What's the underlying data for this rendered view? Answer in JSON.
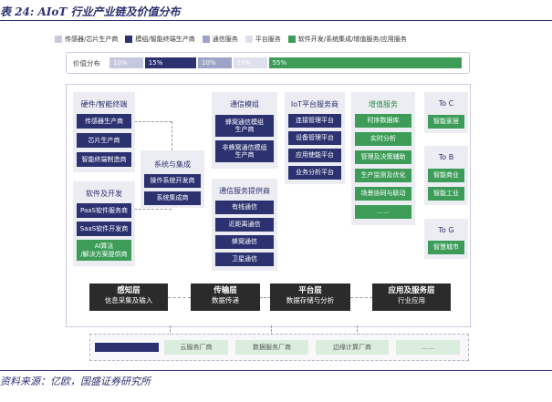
{
  "caption": "表 24:  AIoT 行业产业链及价值分布",
  "source": "资料来源：亿欧，国盛证券研究所",
  "colors": {
    "navy": "#2c3170",
    "slate": "#9ea3c8",
    "lavender": "#c6c8e0",
    "pale": "#dfe0ee",
    "green": "#3c9c58"
  },
  "legend": [
    {
      "label": "传感器/芯片生产商",
      "color": "#c6c8e0"
    },
    {
      "label": "模组/智能终端生产商",
      "color": "#2c3170"
    },
    {
      "label": "通信服务",
      "color": "#9ea3c8"
    },
    {
      "label": "平台服务",
      "color": "#dfe0ee"
    },
    {
      "label": "软件开发/系统集成/增值服务/应用服务",
      "color": "#3c9c58"
    }
  ],
  "value_dist": {
    "label": "价值分布",
    "segments": [
      {
        "text": "10%",
        "pct": 10,
        "color": "#c6c8e0"
      },
      {
        "text": "15%",
        "pct": 15,
        "color": "#2c3170"
      },
      {
        "text": "10%",
        "pct": 10,
        "color": "#9ea3c8"
      },
      {
        "text": "10%",
        "pct": 10,
        "color": "#dfe0ee"
      },
      {
        "text": "55%",
        "pct": 55,
        "color": "#3c9c58"
      }
    ]
  },
  "hardware": {
    "title": "硬件/智能终端",
    "items": [
      "传感器生产商",
      "芯片生产商",
      "智能终端制造商"
    ]
  },
  "software": {
    "title": "软件及开发",
    "items": [
      "PaaS软件服务商",
      "SaaS软件开发商"
    ],
    "ai": "AI算法\n/解决方案提供商"
  },
  "integration": {
    "title": "系统与集成",
    "items": [
      "操作系统开发商",
      "系统集成商"
    ]
  },
  "comm_module": {
    "title": "通信模组",
    "items": [
      "蜂窝通信模组\n生产商",
      "非蜂窝通信模组\n生产商"
    ]
  },
  "comm_service": {
    "title": "通信服务提供商",
    "items": [
      "有线通信",
      "近距离通信",
      "蜂窝通信",
      "卫星通信"
    ]
  },
  "iot_platform": {
    "title": "IoT平台服务商",
    "items": [
      "连接管理平台",
      "设备管理平台",
      "应用使能平台",
      "业务分析平台"
    ]
  },
  "value_added": {
    "title": "增值服务",
    "items": [
      "时序数据库",
      "实时分析",
      "管理及决策辅助",
      "生产监测及优化",
      "场景协同与联动",
      "……"
    ]
  },
  "to_c": {
    "title": "To C",
    "items": [
      "智能家居"
    ]
  },
  "to_b": {
    "title": "To B",
    "items": [
      "智能商业",
      "智能工业"
    ]
  },
  "to_g": {
    "title": "To G",
    "items": [
      "智慧城市"
    ]
  },
  "layers": [
    {
      "title": "感知层",
      "sub": "信息采集及输入"
    },
    {
      "title": "传输层",
      "sub": "数据传递"
    },
    {
      "title": "平台层",
      "sub": "数据存储与分析"
    },
    {
      "title": "应用及服务层",
      "sub": "行业应用"
    }
  ],
  "bottom_row": [
    "云服务厂商",
    "数据服务厂商",
    "边缘计算厂商",
    "……"
  ]
}
